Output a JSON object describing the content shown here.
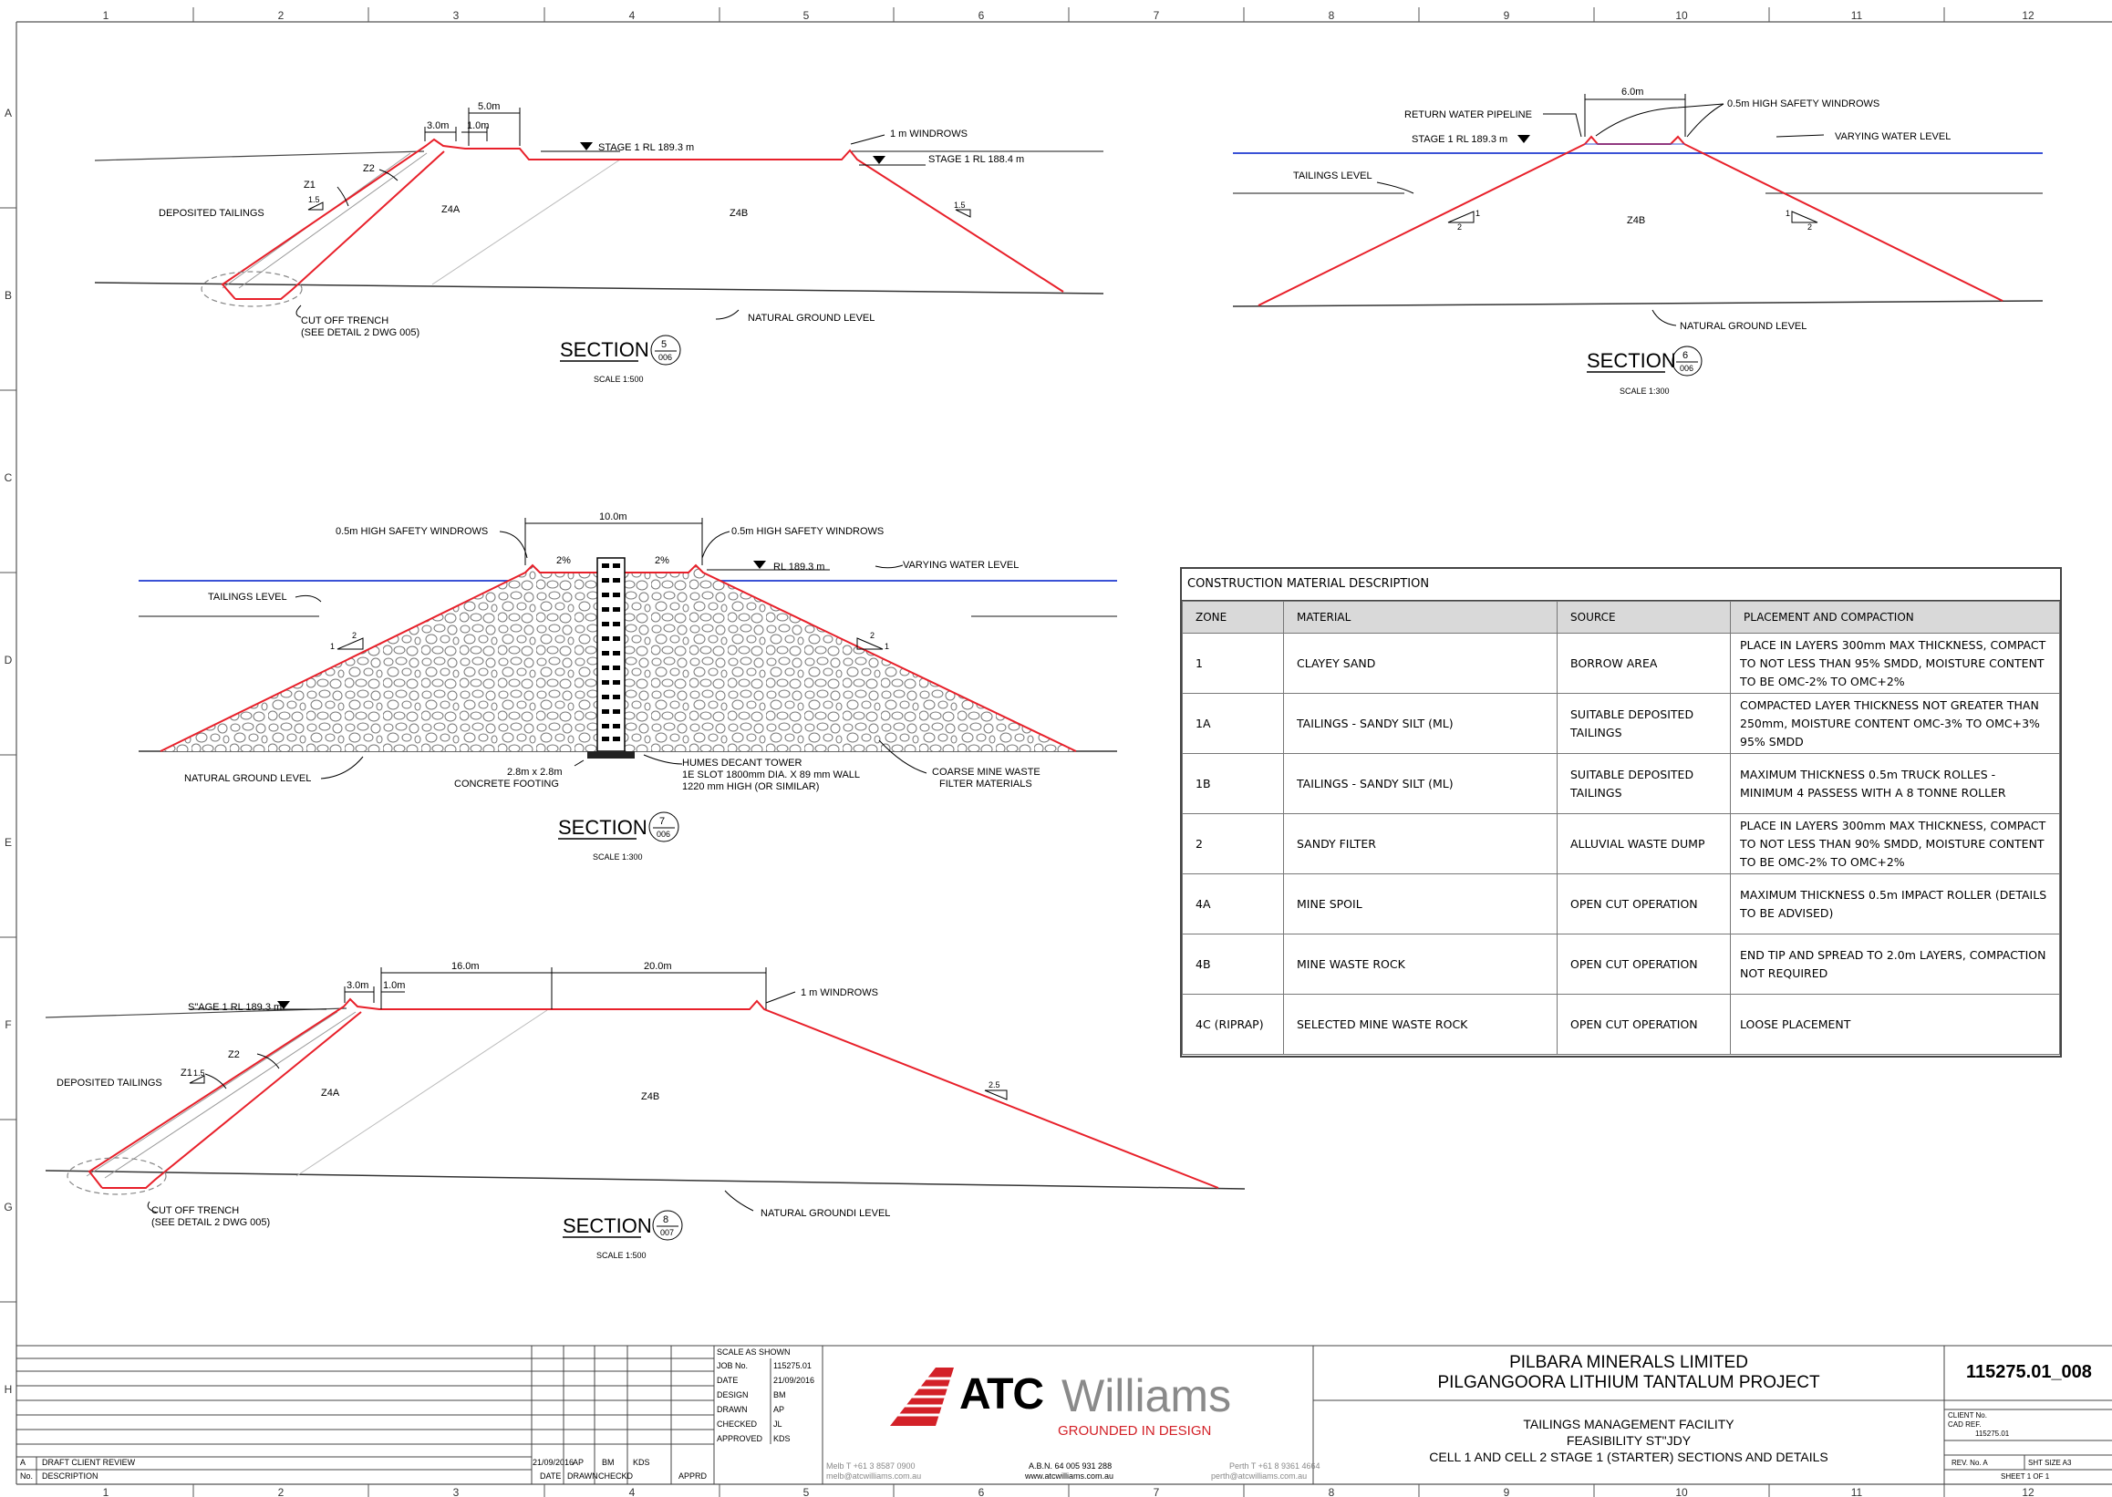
{
  "grid": {
    "cols": [
      "1",
      "2",
      "3",
      "4",
      "5",
      "6",
      "7",
      "8",
      "9",
      "10",
      "11",
      "12"
    ],
    "rows": [
      "A",
      "B",
      "C",
      "D",
      "E",
      "F",
      "G",
      "H"
    ]
  },
  "section5": {
    "dims": [
      "3.0m",
      "1.0m",
      "5.0m"
    ],
    "stage_left": "STAGE 1 RL 189.3 m",
    "stage_right": "STAGE 1 RL 188.4 m",
    "windrows": "1 m WINDROWS",
    "z1": "Z1",
    "z2": "Z2",
    "slope_left": "1.5",
    "slope_right": "1.5",
    "deposited": "DEPOSITED TAILINGS",
    "z4a": "Z4A",
    "z4b": "Z4B",
    "cutoff1": "CUT OFF TRENCH",
    "cutoff2": "(SEE DETAIL 2 DWG 005)",
    "ngl": "NATURAL GROUND LEVEL",
    "title": "SECTION",
    "num": "5",
    "ref": "006",
    "scale": "SCALE 1:500"
  },
  "section6": {
    "dim": "6.0m",
    "return_pipe": "RETURN WATER PIPELINE",
    "windrows": "0.5m HIGH SAFETY WINDROWS",
    "stage": "STAGE 1 RL 189.3 m",
    "varying": "VARYING WATER LEVEL",
    "tailings": "TAILINGS LEVEL",
    "z4b": "Z4B",
    "ngl": "NATURAL GROUND LEVEL",
    "title": "SECTION",
    "num": "6",
    "ref": "006",
    "scale": "SCALE 1:300"
  },
  "section7": {
    "dim": "10.0m",
    "windrows_left": "0.5m HIGH SAFETY WINDROWS",
    "windrows_right": "0.5m HIGH SAFETY WINDROWS",
    "grade_left": "2%",
    "grade_right": "2%",
    "rl": "RL 189.3 m",
    "varying": "VARYING WATER LEVEL",
    "tailings": "TAILINGS LEVEL",
    "ngl": "NATURAL GROUND LEVEL",
    "footing1": "2.8m x 2.8m",
    "footing2": "CONCRETE FOOTING",
    "tower1": "HUMES DECANT TOWER",
    "tower2": "1E SLOT 1800mm DIA. X 89 mm WALL",
    "tower3": "1220 mm HIGH (OR SIMILAR)",
    "coarse1": "COARSE MINE WASTE",
    "coarse2": "FILTER MATERIALS",
    "title": "SECTION",
    "num": "7",
    "ref": "006",
    "scale": "SCALE 1:300"
  },
  "section8": {
    "dims": [
      "3.0m",
      "1.0m",
      "16.0m",
      "20.0m"
    ],
    "stage": "S\"AGE 1 RL 189.3 m",
    "windrows": "1 m WINDROWS",
    "z1": "Z1",
    "z2": "Z2",
    "slope_left": "1.5",
    "slope_right": "2.5",
    "deposited": "DEPOSITED TAILINGS",
    "z4a": "Z4A",
    "z4b": "Z4B",
    "cutoff1": "CUT OFF TRENCH",
    "cutoff2": "(SEE DETAIL 2 DWG 005)",
    "ngl": "NATURAL GROUNDI LEVEL",
    "title": "SECTION",
    "num": "8",
    "ref": "007",
    "scale": "SCALE 1:500"
  },
  "table": {
    "title": "CONSTRUCTION MATERIAL DESCRIPTION",
    "headers": [
      "ZONE",
      "MATERIAL",
      "SOURCE",
      "PLACEMENT AND COMPACTION"
    ],
    "rows": [
      {
        "zone": "1",
        "material": "CLAYEY SAND",
        "source": "BORROW AREA",
        "placement": "PLACE IN LAYERS 300mm MAX THICKNESS, COMPACT TO NOT LESS THAN 95% SMDD, MOISTURE CONTENT TO BE OMC-2% TO OMC+2%"
      },
      {
        "zone": "1A",
        "material": "TAILINGS - SANDY SILT (ML)",
        "source": "SUITABLE DEPOSITED TAILINGS",
        "placement": "COMPACTED LAYER THICKNESS NOT GREATER THAN 250mm, MOISTURE CONTENT OMC-3% TO OMC+3% 95% SMDD"
      },
      {
        "zone": "1B",
        "material": "TAILINGS - SANDY SILT (ML)",
        "source": "SUITABLE DEPOSITED TAILINGS",
        "placement": "MAXIMUM THICKNESS 0.5m TRUCK ROLLES - MINIMUM 4 PASSESS WITH A 8 TONNE ROLLER"
      },
      {
        "zone": "2",
        "material": "SANDY FILTER",
        "source": "ALLUVIAL WASTE DUMP",
        "placement": "PLACE IN LAYERS 300mm MAX THICKNESS, COMPACT TO NOT LESS THAN 90% SMDD, MOISTURE CONTENT TO BE OMC-2% TO OMC+2%"
      },
      {
        "zone": "4A",
        "material": "MINE SPOIL",
        "source": "OPEN CUT OPERATION",
        "placement": "MAXIMUM THICKNESS 0.5m IMPACT ROLLER (DETAILS TO BE ADVISED)"
      },
      {
        "zone": "4B",
        "material": "MINE WASTE ROCK",
        "source": "OPEN CUT OPERATION",
        "placement": "END TIP AND SPREAD TO 2.0m LAYERS, COMPACTION NOT REQUIRED"
      },
      {
        "zone": "4C (RIPRAP)",
        "material": "SELECTED MINE WASTE ROCK",
        "source": "OPEN CUT OPERATION",
        "placement": "LOOSE PLACEMENT"
      }
    ]
  },
  "titleblock": {
    "rev_letter": "A",
    "rev_desc": "DRAFT CLIENT REVIEW",
    "rev_date": "21/09/2016",
    "rev_by": "AP",
    "rev_chk": "BM",
    "rev_appr": "KDS",
    "hdr_no": "No.",
    "hdr_desc": "DESCRIPTION",
    "hdr_date": "DATE",
    "hdr_drawn": "DRAWN",
    "hdr_chkd": "CHECKD",
    "hdr_apprd": "APPRD",
    "info": [
      {
        "k": "SCALE AS SHOWN",
        "v": ""
      },
      {
        "k": "JOB No.",
        "v": "115275.01"
      },
      {
        "k": "DATE",
        "v": "21/09/2016"
      },
      {
        "k": "DESIGN",
        "v": "BM"
      },
      {
        "k": "DRAWN",
        "v": "AP"
      },
      {
        "k": "CHECKED",
        "v": "JL"
      },
      {
        "k": "APPROVED",
        "v": "KDS"
      }
    ],
    "logo_atc": "ATC",
    "logo_williams": "Williams",
    "logo_tag": "GROUNDED IN DESIGN",
    "melb1": "Melb T +61 3 8587 0900",
    "melb2": "melb@atcwilliams.com.au",
    "abn1": "A.B.N. 64 005 931 288",
    "abn2": "www.atcwilliams.com.au",
    "perth1": "Perth T +61 8 9361 4664",
    "perth2": "perth@atcwilliams.com.au",
    "client": "PILBARA MINERALS LIMITED",
    "project": "PILGANGOORA LITHIUM TANTALUM PROJECT",
    "t1": "TAILINGS MANAGEMENT FACILITY",
    "t2": "FEASIBILITY ST\"JDY",
    "t3": "CELL 1 AND CELL 2 STAGE 1 (STARTER) SECTIONS AND DETAILS",
    "drawing_no": "115275.01_008",
    "client_no": "CLIENT No.",
    "cad_ref": "CAD REF.",
    "cad_val": "115275.01",
    "rev_no": "REV. No. A",
    "sheet_size": "SHT SIZE A3",
    "sheet": "SHEET 1 OF 1"
  }
}
